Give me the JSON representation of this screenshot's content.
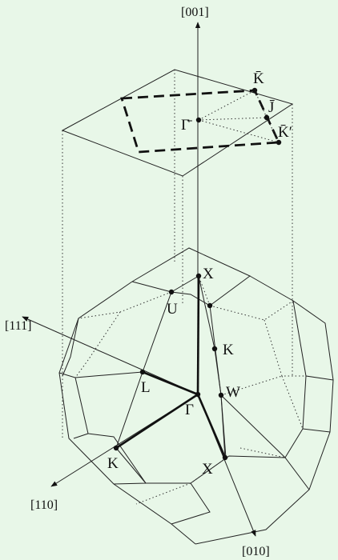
{
  "directions": {
    "d001": "[001]",
    "d111": "[111]",
    "d110": "[110]",
    "d010": "[010]"
  },
  "points": {
    "gamma": "Γ",
    "X_top": "X",
    "U": "U",
    "K_mid": "K",
    "W": "W",
    "L": "L",
    "K_bottom": "K",
    "X_bottom": "X"
  },
  "surface_points": {
    "gamma_bar": "Γ̄",
    "K_bar": "K̄",
    "J_bar": "J̄",
    "K_prime_bar": "K̄′"
  },
  "colors": {
    "background": "#e8f7e8",
    "lines": "#111111"
  }
}
